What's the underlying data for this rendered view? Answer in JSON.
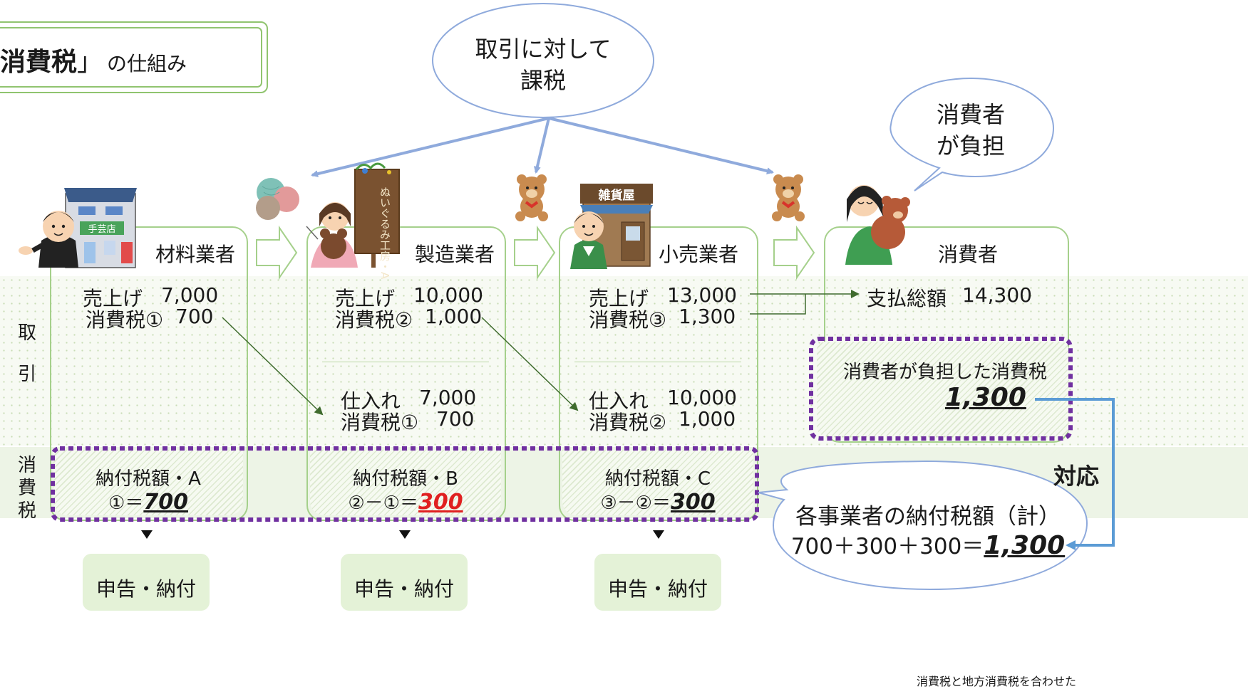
{
  "title": {
    "bold": "消費税",
    "bracket": "」",
    "rest": "の仕組み"
  },
  "bubble_tax": {
    "line1": "取引に対して",
    "line2": "課税"
  },
  "bubble_consumer": {
    "line1": "消費者",
    "line2": "が負担"
  },
  "side_labels": {
    "trade": [
      "取",
      "引"
    ],
    "tax": [
      "消",
      "費",
      "税"
    ]
  },
  "pictures": {
    "shop_sign": "手芸店",
    "kobo_sign": "ぬいぐるみ工房・A",
    "zakka_sign": "雑貨屋"
  },
  "material": {
    "name": "材料業者",
    "sales_label": "売上げ",
    "sales_value": "7,000",
    "tax_label": "消費税①",
    "tax_value": "700",
    "pay_label": "納付税額・A",
    "pay_formula": "①＝",
    "pay_value": "700",
    "report": "申告・納付"
  },
  "maker": {
    "name": "製造業者",
    "sales_label": "売上げ",
    "sales_value": "10,000",
    "tax_label": "消費税②",
    "tax_value": "1,000",
    "buy_label": "仕入れ",
    "buy_value": "7,000",
    "buy_tax_label": "消費税①",
    "buy_tax_value": "700",
    "pay_label": "納付税額・B",
    "pay_formula": "②－①＝",
    "pay_value": "300",
    "report": "申告・納付"
  },
  "retail": {
    "name": "小売業者",
    "sales_label": "売上げ",
    "sales_value": "13,000",
    "tax_label": "消費税③",
    "tax_value": "1,300",
    "buy_label": "仕入れ",
    "buy_value": "10,000",
    "buy_tax_label": "消費税②",
    "buy_tax_value": "1,000",
    "pay_label": "納付税額・C",
    "pay_formula": "③－②＝",
    "pay_value": "300",
    "report": "申告・納付"
  },
  "consumer": {
    "name": "消費者",
    "total_label": "支払総額",
    "total_value": "14,300",
    "burden_label": "消費者が負担した消費税",
    "burden_value": "1,300"
  },
  "correspond": "対応",
  "sum_bubble": {
    "line1": "各事業者の納付税額（計）",
    "formula": "700＋300＋300＝",
    "value": "1,300"
  },
  "footnote": "消費税と地方消費税を合わせた",
  "colors": {
    "green_border": "#a5d08b",
    "dotted_purple": "#7030a0",
    "bubble_blue": "#8faadc",
    "red": "#e02020",
    "arrow_green": "#3f6b2e",
    "link_blue": "#5b9bd5"
  }
}
